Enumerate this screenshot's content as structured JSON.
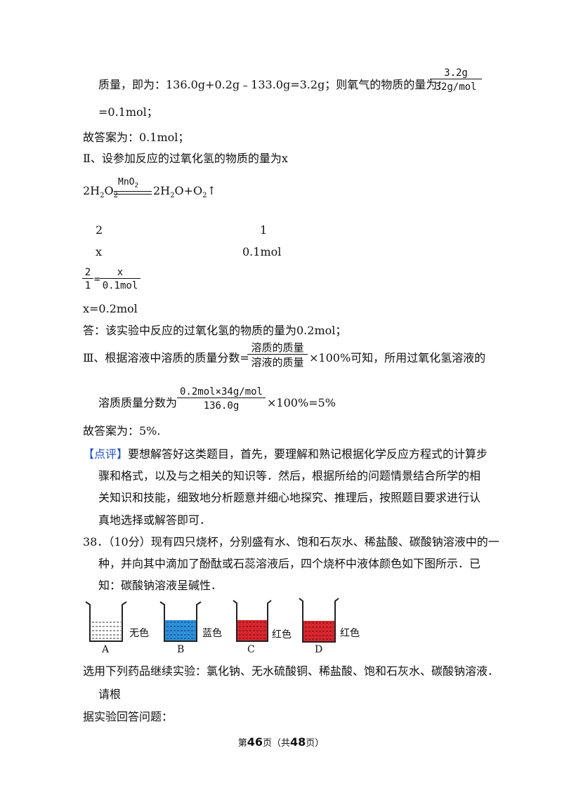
{
  "line1": {
    "text": "质量，即为：136.0g+0.2g﹣133.0g=3.2g；则氧气的物质的量为：",
    "frac_num": "3.2g",
    "frac_den": "32g/mol"
  },
  "line2": "=0.1mol；",
  "line3": "故答案为：0.1mol；",
  "line4": "Ⅱ、设参加反应的过氧化氢的物质的量为x",
  "equation": {
    "left": "2H",
    "sub1": "2",
    "mid1": "O",
    "sub2": "2",
    "catalyst": "MnO",
    "cat_sub": "2",
    "right": "2H",
    "sub3": "2",
    "mid2": "O+O",
    "sub4": "2",
    "arrow": "↑"
  },
  "ratio_row1": {
    "left": "2",
    "right": "1"
  },
  "ratio_row2": {
    "left": "x",
    "right": "0.1mol"
  },
  "proportion": {
    "a_num": "2",
    "a_den": "1",
    "eq": "=",
    "b_num": "x",
    "b_den": "0.1mol"
  },
  "line_x": "x=0.2mol",
  "answer2": "答：该实验中反应的过氧化氢的物质的量为0.2mol；",
  "line_iii": {
    "before": "Ⅲ、根据溶液中溶质的质量分数=",
    "num": "溶质的质量",
    "den": "溶液的质量",
    "after": "×100%可知，所用过氧化氢溶液的"
  },
  "line_mass": {
    "before": "溶质质量分数为",
    "num": "0.2mol×34g/mol",
    "den": "136.0g",
    "after": "×100%=5%"
  },
  "answer3": "故答案为：5%.",
  "comment": {
    "tag": "【点评】",
    "l1": "要想解答好这类题目，首先，要理解和熟记根据化学反应方程式的计算步",
    "l2": "骤和格式，以及与之相关的知识等．然后，根据所给的问题情景结合所学的相",
    "l3": "关知识和技能，细致地分析题意并细心地探究、推理后，按照题目要求进行认",
    "l4": "真地选择或解答即可．"
  },
  "q38": {
    "l1": "38．（10分）现有四只烧杯，分别盛有水、饱和石灰水、稀盐酸、碳酸钠溶液中的一",
    "l2": "种，并向其中滴加了酚酞或石蕊溶液后，四个烧杯中液体颜色如下图所示．已",
    "l3": "知：碳酸钠溶液呈碱性．"
  },
  "beakers": [
    {
      "letter": "A",
      "color_label": "无色",
      "fill": "#ffffff"
    },
    {
      "letter": "B",
      "color_label": "蓝色",
      "fill": "#2e8fd8"
    },
    {
      "letter": "C",
      "color_label": "红色",
      "fill": "#d8262e"
    },
    {
      "letter": "D",
      "color_label": "红色",
      "fill": "#d8262e"
    }
  ],
  "select_line": "选用下列药品继续实验：氯化钠、无水硫酸铜、稀盐酸、饱和石灰水、碳酸钠溶液．",
  "please": "请根",
  "last_line": "据实验回答问题：",
  "footer": {
    "prefix": "第",
    "page": "46",
    "mid": "页（共",
    "total": "48",
    "suffix": "页）"
  }
}
